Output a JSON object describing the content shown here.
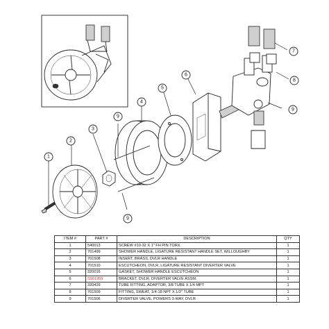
{
  "callouts": [
    "1",
    "2",
    "3",
    "4",
    "5",
    "6",
    "7",
    "8",
    "9",
    "9",
    "9"
  ],
  "table": {
    "headers": [
      "ITEM #",
      "PART #",
      "DESCRIPTION",
      "QTY"
    ],
    "rows": [
      {
        "item": "1",
        "part": "540013",
        "description": "SCREW #10-32 X 1\" FH PIN TORX",
        "qty": "1"
      },
      {
        "item": "2",
        "part": "701499",
        "description": "SHOWER HANDLE, LIGATURE RESISTANT HANDLE SET, WILLOUGHBY",
        "qty": "1"
      },
      {
        "item": "3",
        "part": "701508",
        "description": "INSERT, BRASS, DVLR HANDLE",
        "qty": "1"
      },
      {
        "item": "4",
        "part": "701510",
        "description": "ESCUTCHEON, DVLR, LIGATURE RESISTANT DIVERTER VALVE",
        "qty": "1"
      },
      {
        "item": "5",
        "part": "320016",
        "description": "GASKET, SHOWER HANDLE ESCUTCHEON",
        "qty": "1"
      },
      {
        "item": "6",
        "part": "S901959",
        "description": "BRACKET, DVLR, DIVERTER VALVE ASSM.",
        "qty": "1"
      },
      {
        "item": "7",
        "part": "320429",
        "description": "TUBE FITTING, ADAPTOR, 3/8 TUBE X 1/4 MPT",
        "qty": "1"
      },
      {
        "item": "8",
        "part": "701509",
        "description": "FITTING, SWEAT, 1/4-18 NPT X 1/2\" TUBE",
        "qty": "1"
      },
      {
        "item": "9",
        "part": "701506",
        "description": "DIVERTER VALVE, POWERS 3-WAY, DVLR",
        "qty": "1"
      }
    ]
  },
  "colors": {
    "line": "#222222",
    "highlight_part": "#c0392b"
  }
}
